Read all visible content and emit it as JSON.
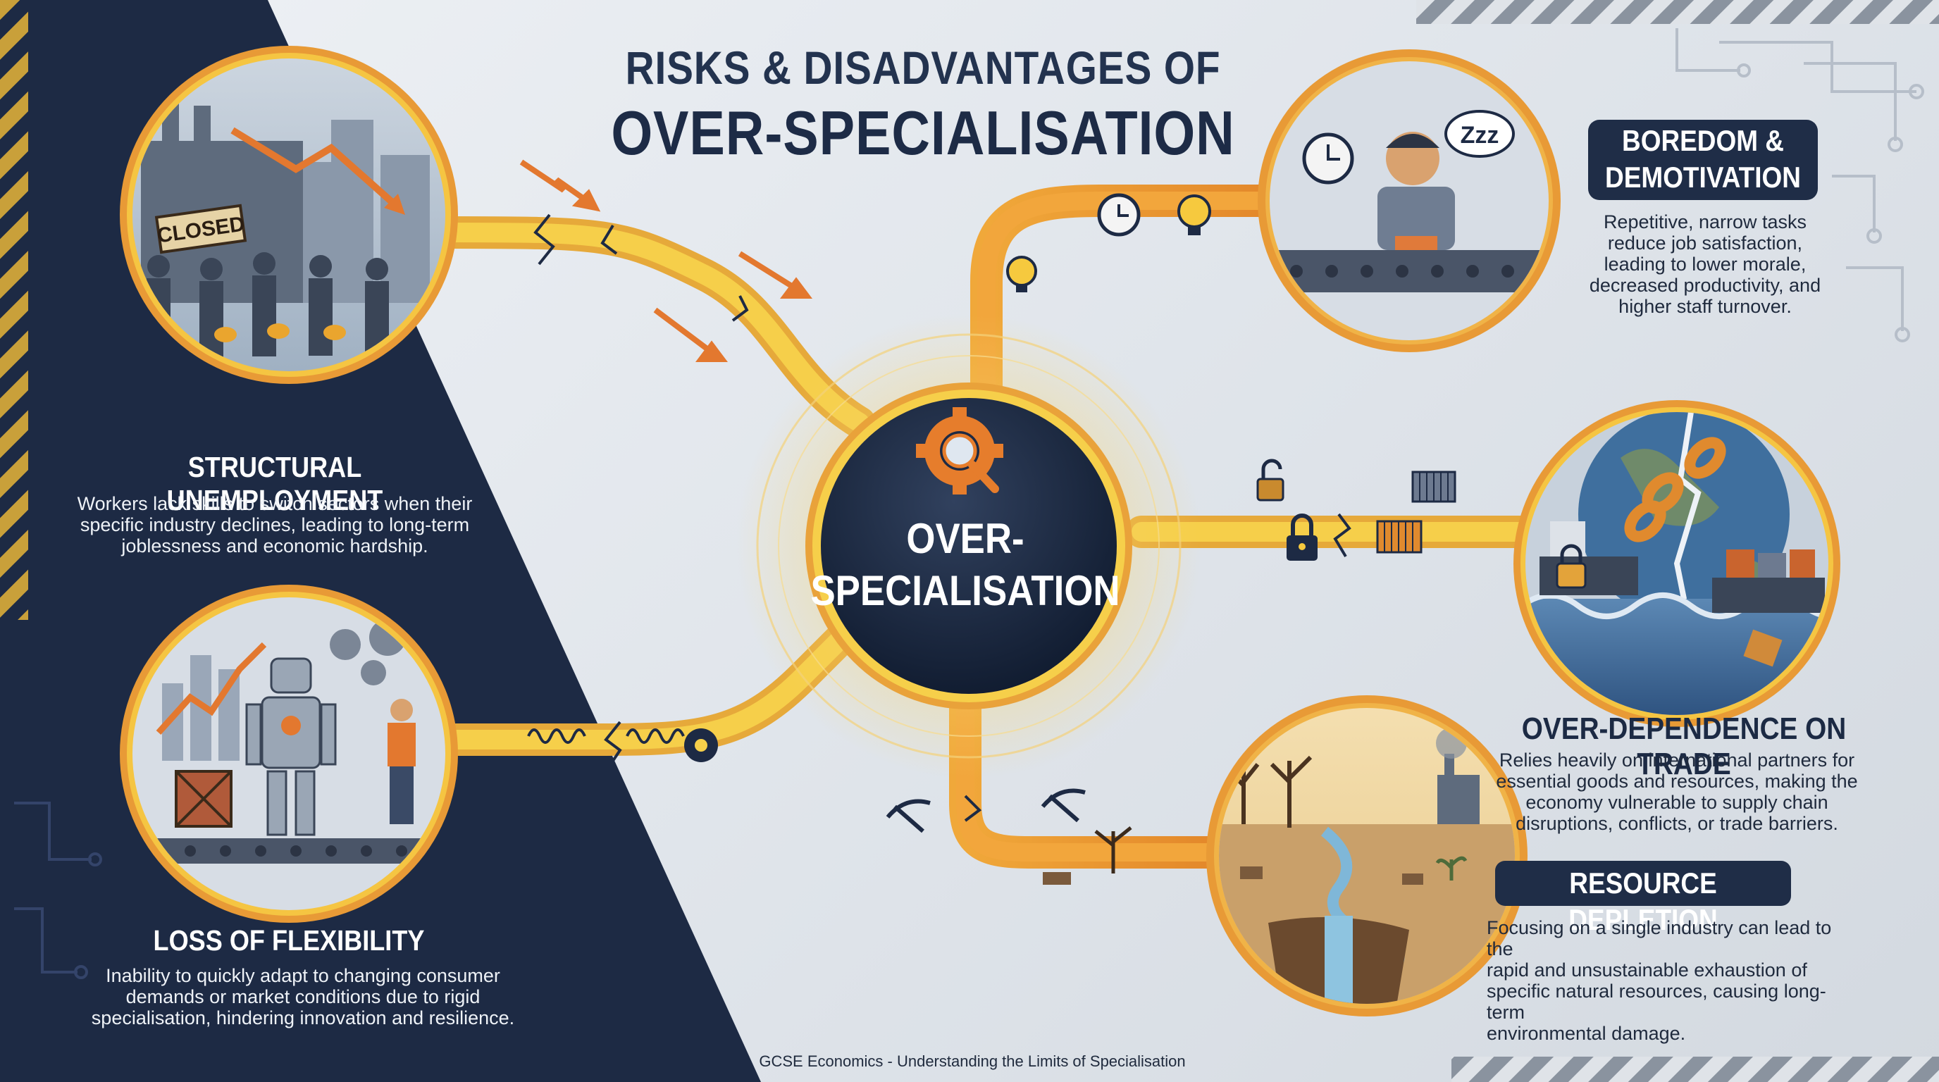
{
  "title": {
    "line1": "RISKS & DISADVANTAGES OF",
    "line2": "OVER-SPECIALISATION"
  },
  "center": {
    "line1": "OVER-",
    "line2": "SPECIALISATION"
  },
  "risks": {
    "structural_unemployment": {
      "heading": "STRUCTURAL UNEMPLOYMENT",
      "description_lines": [
        "Workers lack skills to switch sectors when their",
        "specific industry declines, leading to long-term",
        "joblessness and economic hardship."
      ],
      "sign_text": "CLOSED"
    },
    "loss_of_flexibility": {
      "heading": "LOSS OF FLEXIBILITY",
      "description_lines": [
        "Inability to quickly adapt to changing consumer",
        "demands or market conditions due to rigid",
        "specialisation, hindering innovation and resilience."
      ]
    },
    "boredom_demotivation": {
      "heading_lines": [
        "BOREDOM &",
        "DEMOTIVATION"
      ],
      "description_lines": [
        "Repetitive, narrow tasks",
        "reduce job satisfaction,",
        "leading to lower morale,",
        "decreased productivity, and",
        "higher staff turnover."
      ],
      "sleep_text": "Zzz"
    },
    "over_dependence_on_trade": {
      "heading": "OVER-DEPENDENCE ON TRADE",
      "description_lines": [
        "Relies heavily on international partners for",
        "essential goods and resources, making the",
        "economy vulnerable to supply chain",
        "disruptions, conflicts, or trade barriers."
      ]
    },
    "resource_depletion": {
      "heading": "RESOURCE DEPLETION",
      "description_lines": [
        "Focusing on a single industry can lead to the",
        "rapid and unsustainable exhaustion of",
        "specific natural resources, causing long-term",
        "environmental damage."
      ]
    }
  },
  "footer": "GCSE Economics - Understanding the Limits of Specialisation",
  "colors": {
    "navy": "#1d2a44",
    "gold": "#f2c12e",
    "orange": "#e8952f",
    "light_bg": "#e4e8ed"
  },
  "icons": [
    "gear-search-icon",
    "clock-icon",
    "lightbulb-icon",
    "padlock-icon",
    "unlocked-padlock-icon",
    "shipping-container-icon",
    "spring-icon",
    "gear-icon",
    "pickaxe-icon",
    "dead-tree-icon",
    "lightning-icon"
  ]
}
